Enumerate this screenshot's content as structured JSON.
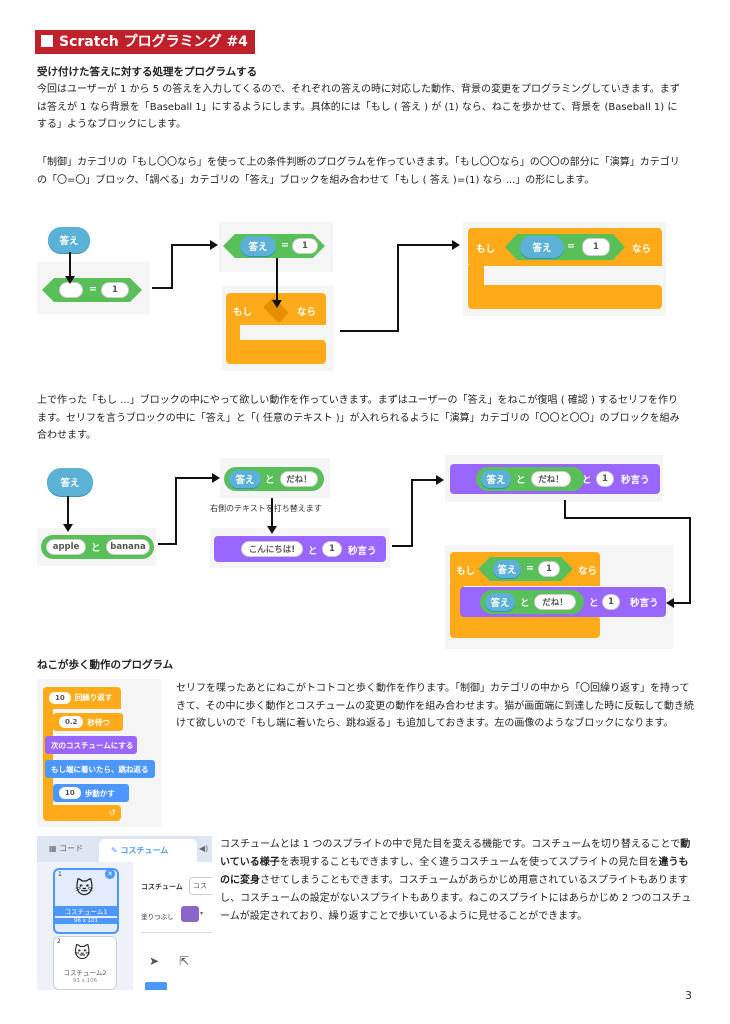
{
  "title": "Scratch プログラミング #4",
  "section1": {
    "heading": "受け付けた答えに対する処理をプログラムする",
    "para1": "今回はユーザーが 1 から 5 の答えを入力してくるので、それぞれの答えの時に対応した動作、背景の変更をプログラミングしていきます。まずは答えが 1 なら背景を「Baseball 1」にするようにします。具体的には「もし ( 答え ) が (1) なら、ねこを歩かせて、背景を (Baseball 1) にする」ようなブロックにします。",
    "para2": "「制御」カテゴリの「もし〇〇なら」を使って上の条件判断のプログラムを作っていきます。「もし〇〇なら」の〇〇の部分に「演算」カテゴリの「〇=〇」ブロック、「調べる」カテゴリの「答え」ブロックを組み合わせて「もし ( 答え )=(1) なら ...」の形にします。",
    "para3": "上で作った「もし ...」ブロックの中にやって欲しい動作を作っていきます。まずはユーザーの「答え」をねこが復唱 ( 確認 ) するセリフを作ります。セリフを言うブロックの中に「答え」と「( 任意のテキスト )」が入れられるように「演算」カテゴリの「〇〇と〇〇」のブロックを組み合わせます。"
  },
  "diagram1": {
    "answer": "答え",
    "one": "1",
    "eq": "=",
    "if": "もし",
    "then": "なら"
  },
  "diagram2": {
    "answer": "答え",
    "and": "と",
    "dane": "だね！",
    "apple": "apple",
    "banana": "banana",
    "caption": "右側のテキストを打ち替えます",
    "hello": "こんにちは!",
    "one": "1",
    "say": "秒言う",
    "if": "もし",
    "eq": "=",
    "then": "なら"
  },
  "section2": {
    "heading": "ねこが歩く動作のプログラム",
    "para1": "セリフを喋ったあとにねこがトコトコと歩く動作を作ります。「制御」カテゴリの中から「〇回繰り返す」を持ってきて、その中に歩く動作とコスチュームの変更の動作を組み合わせます。猫が画面端に到達した時に反転して動き続けて欲しいので「もし端に着いたら、跳ね返る」も追加しておきます。左の画像のようなブロックになります。",
    "para2_a": "コスチュームとは 1 つのスプライトの中で見た目を変える機能です。コスチュームを切り替えることで",
    "para2_b": "動いている様子",
    "para2_c": "を表現することもできますし、全く違うコスチュームを使ってスプライトの見た目を",
    "para2_d": "違うものに変身",
    "para2_e": "させてしまうこともできます。コスチュームがあらかじめ用意されているスプライトもありますし、コスチュームの設定がないスプライトもあります。ねこのスプライトにはあらかじめ 2 つのコスチュームが設定されており、繰り返すことで歩いているように見せることができます。"
  },
  "loopblock": {
    "repeat_n": "10",
    "repeat": "回繰り返す",
    "wait_n": "0.2",
    "wait": "秒待つ",
    "next_costume": "次のコスチュームにする",
    "bounce": "もし端に着いたら、跳ね返る",
    "move_n": "10",
    "move": "歩動かす"
  },
  "editor": {
    "tab_code": "コード",
    "tab_costume": "コスチューム",
    "costume1_name": "コスチューム1",
    "costume1_size": "96 x 101",
    "costume2_name": "コスチューム2",
    "costume2_size": "93 x 106",
    "field_costume": "コスチューム",
    "field_costume_val": "コス",
    "field_fill": "塗りつぶし",
    "num1": "1",
    "num2": "2"
  },
  "page_number": "3",
  "colors": {
    "title_red": "#c0202a",
    "sensing_blue": "#5cb1d6",
    "operator_green": "#59c059",
    "control_orange": "#ffab19",
    "looks_purple": "#9966ff",
    "motion_blue": "#4c97ff"
  }
}
